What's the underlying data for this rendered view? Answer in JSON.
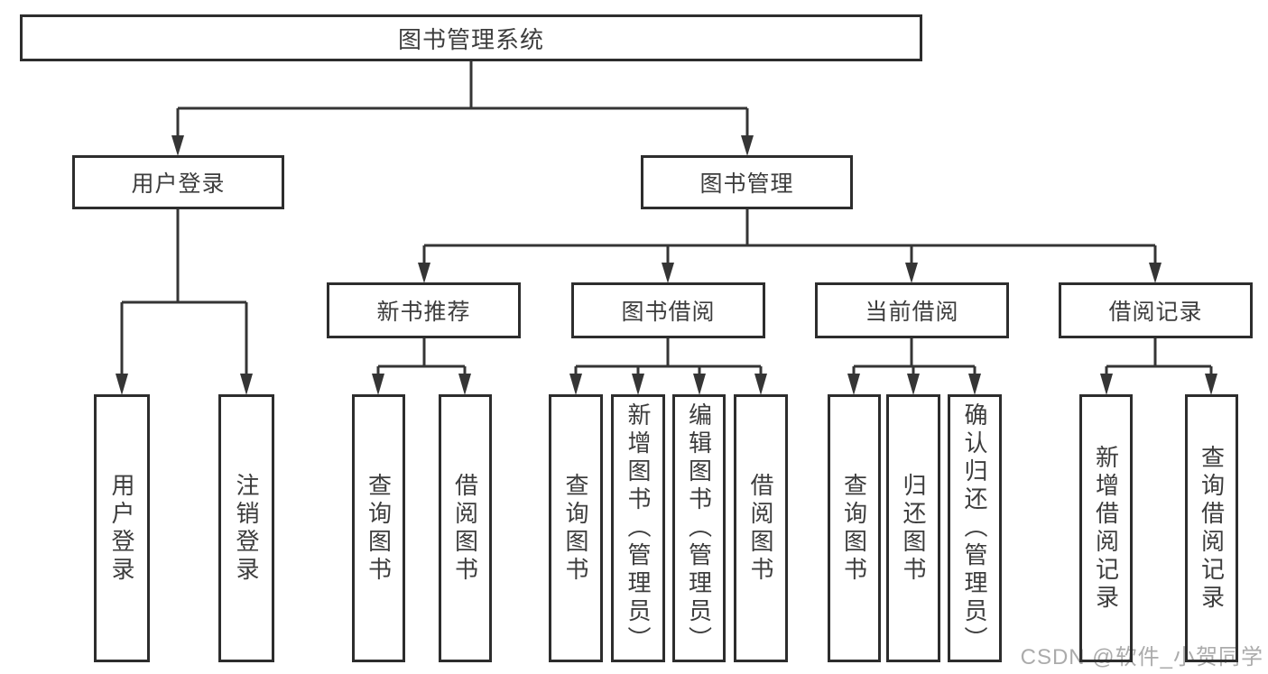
{
  "diagram_title": "图书管理系统",
  "tree": {
    "root": {
      "label": "图书管理系统"
    },
    "children": [
      {
        "label": "用户登录",
        "children": [
          {
            "label": "用户登录"
          },
          {
            "label": "注销登录"
          }
        ]
      },
      {
        "label": "图书管理",
        "children": [
          {
            "label": "新书推荐",
            "children": [
              {
                "label": "查询图书"
              },
              {
                "label": "借阅图书"
              }
            ]
          },
          {
            "label": "图书借阅",
            "children": [
              {
                "label": "查询图书"
              },
              {
                "label": "新增图书（管理员）"
              },
              {
                "label": "编辑图书（管理员）"
              },
              {
                "label": "借阅图书"
              }
            ]
          },
          {
            "label": "当前借阅",
            "children": [
              {
                "label": "查询图书"
              },
              {
                "label": "归还图书"
              },
              {
                "label": "确认归还（管理员）"
              }
            ]
          },
          {
            "label": "借阅记录",
            "children": [
              {
                "label": "新增借阅记录"
              },
              {
                "label": "查询借阅记录"
              }
            ]
          }
        ]
      }
    ]
  },
  "watermark": {
    "text": "CSDN @软件_小贺同学"
  },
  "colors": {
    "background": "#ffffff",
    "box_border": "#2d2d2d",
    "connector": "#353535",
    "text": "#3d3d3d",
    "watermark": "#ababab"
  }
}
